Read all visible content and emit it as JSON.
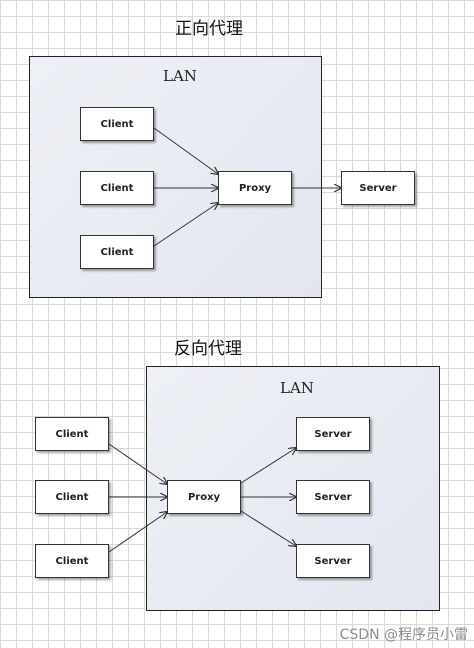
{
  "forward": {
    "title": "正向代理",
    "lan_label": "LAN",
    "clients": [
      "Client",
      "Client",
      "Client"
    ],
    "proxy": "Proxy",
    "server": "Server"
  },
  "reverse": {
    "title": "反向代理",
    "lan_label": "LAN",
    "clients": [
      "Client",
      "Client",
      "Client"
    ],
    "proxy": "Proxy",
    "servers": [
      "Server",
      "Server",
      "Server"
    ]
  },
  "watermark": "CSDN @程序员小雷"
}
